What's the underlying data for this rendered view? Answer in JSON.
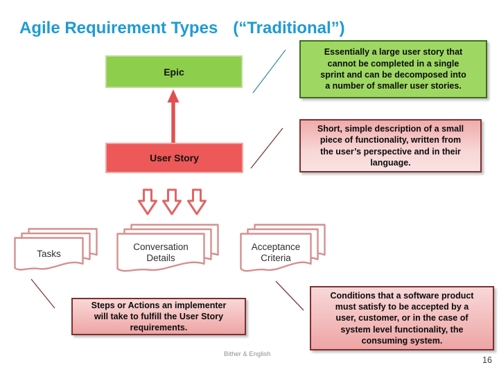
{
  "slide": {
    "title": {
      "main": "Agile Requirement Types",
      "qualifier": "(“Traditional”)"
    },
    "footer": {
      "credit": "Bither & English",
      "page_number": "16"
    }
  },
  "diagram": {
    "epic": {
      "label": "Epic"
    },
    "user_story": {
      "label": "User Story"
    },
    "stacks": {
      "tasks": {
        "label": "Tasks"
      },
      "conversation": {
        "label": "Conversation\nDetails"
      },
      "acceptance": {
        "label": "Acceptance\nCriteria"
      }
    }
  },
  "notes": {
    "epic_note": "Essentially a large user story that\ncannot be completed in a single\nsprint and can be decomposed into\na number of smaller user stories.",
    "user_story_note": "Short, simple description of a small\npiece of functionality, written from\nthe user’s perspective and in their\nlanguage.",
    "tasks_note": "Steps or Actions an implementer\nwill take to fulfill the User Story\nrequirements.",
    "acceptance_note": "Conditions that a software product\nmust satisfy to be accepted by a\nuser, customer, or in the case of\nsystem level functionality, the\nconsuming system."
  },
  "icons": {
    "up_arrow": "solid-up-arrow",
    "down_arrow": "hollow-down-arrow",
    "document_stack": "stacked-documents"
  },
  "colors": {
    "title_blue": "#1F9BD3",
    "epic_green": "#8DCE4D",
    "note_green": "#9ED863",
    "note_green_border": "#3E6B1F",
    "user_story_red": "#ED5858",
    "note_pink_border": "#7E2F2F",
    "stack_salmon": "#D68F8F",
    "arrow_red": "#E05050",
    "teal_line": "#3E8FA0",
    "maroon_line": "#7D3A3A"
  }
}
